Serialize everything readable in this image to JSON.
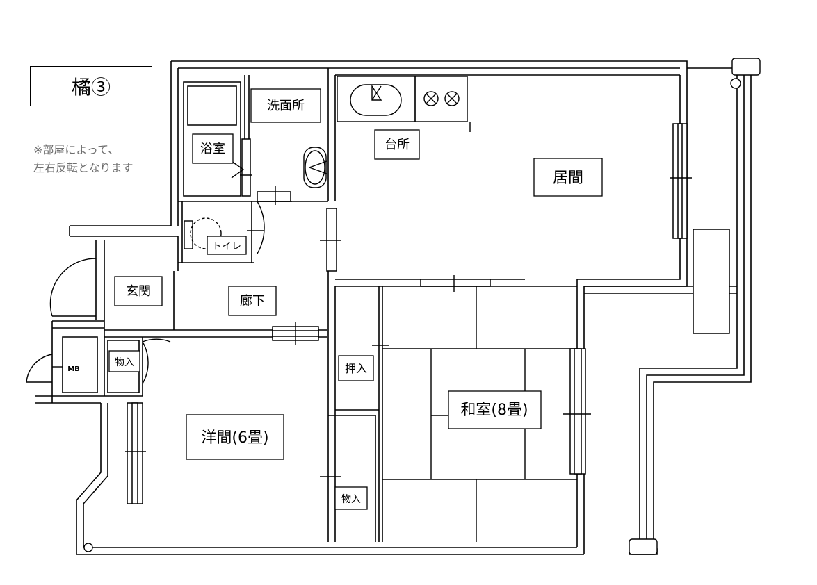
{
  "title": "橘③",
  "note": {
    "line1": "※部屋によって、",
    "line2": "左右反転となります"
  },
  "rooms": {
    "bath": "浴室",
    "washroom": "洗面所",
    "kitchen": "台所",
    "living": "居間",
    "toilet": "トイレ",
    "entrance": "玄関",
    "hallway": "廊下",
    "meter_box": "MB",
    "storage_entrance": "物入",
    "western_room": "洋間(6畳)",
    "oshiire": "押入",
    "japanese_room": "和室(8畳)",
    "storage_lower": "物入"
  }
}
